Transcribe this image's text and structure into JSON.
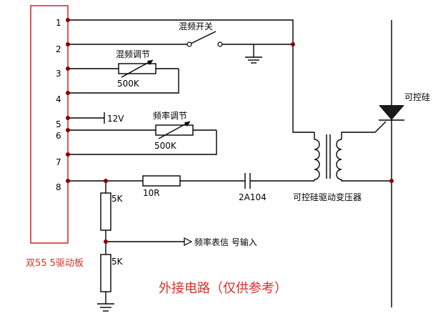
{
  "board": {
    "label": "双55 5驱动板",
    "pins": [
      "1",
      "2",
      "3",
      "4",
      "5",
      "6",
      "7",
      "8"
    ],
    "border_color": "#d9302c",
    "label_color": "#d9302c"
  },
  "components": {
    "switch_label": "混频开关",
    "pot1_title": "混频调节",
    "pot1_value": "500K",
    "supply_label": "12V",
    "pot2_title": "频率调节",
    "pot2_value": "500K",
    "resistor_10r": "10R",
    "capacitor": "2A104",
    "r_top": "5K",
    "r_bottom": "5K",
    "freq_input": "频率表信 号输入",
    "transformer_label": "可控硅驱动变压器",
    "scr_label": "可控硅"
  },
  "caption": {
    "text": "外接电路（仅供参考）",
    "color": "#d9302c"
  },
  "colors": {
    "wire": "#000000",
    "junction": "#8b0000",
    "scr_fill": "#1a1a1a"
  }
}
